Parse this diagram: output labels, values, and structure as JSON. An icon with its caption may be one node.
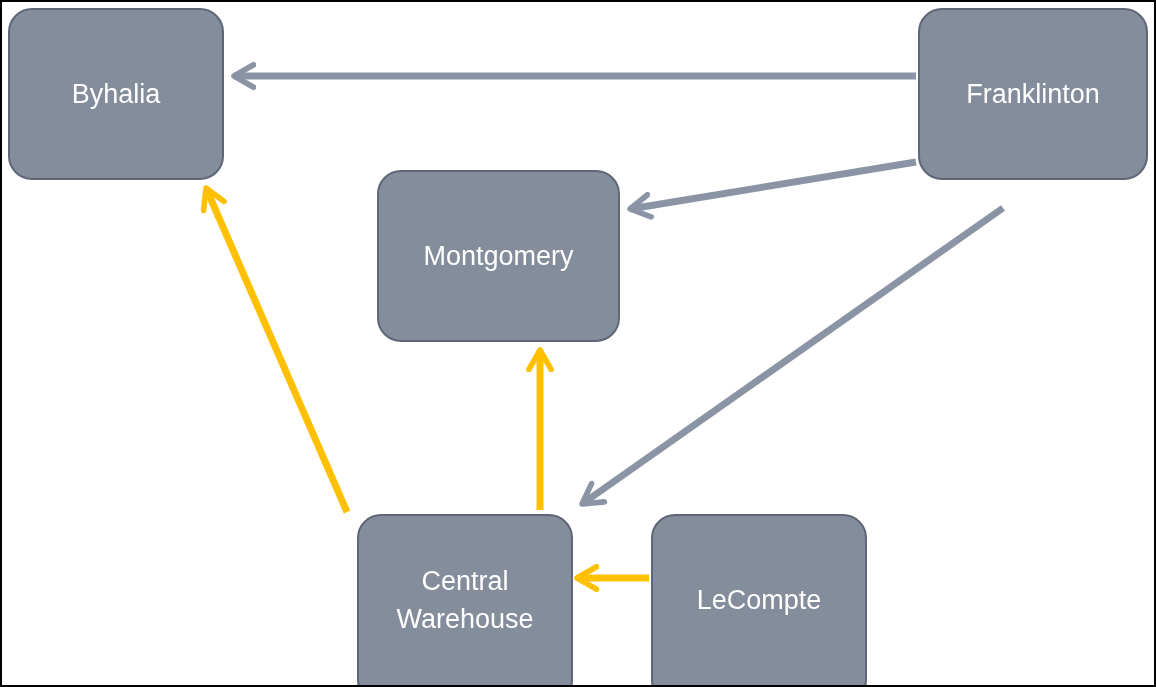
{
  "diagram": {
    "nodes": [
      {
        "text": [
          "Byhalia"
        ]
      },
      {
        "text": [
          "Franklinton"
        ]
      },
      {
        "text": [
          "Montgomery"
        ]
      },
      {
        "text": [
          "Central Warehouse"
        ]
      },
      {
        "text": [
          "LeCompte"
        ]
      }
    ],
    "edges": [
      {
        "from": 1,
        "to": 0,
        "arrow": "to"
      },
      {
        "from": 1,
        "to": 2,
        "arrow": "to"
      },
      {
        "from": 1,
        "to": 3,
        "arrow": "to"
      },
      {
        "from": 3,
        "to": 0,
        "arrow": "to",
        "color": "#ffc000"
      },
      {
        "from": 3,
        "to": 2,
        "arrow": "to",
        "color": "#ffc000"
      },
      {
        "from": 4,
        "to": 3,
        "arrow": "to",
        "color": "#ffc000"
      }
    ]
  }
}
